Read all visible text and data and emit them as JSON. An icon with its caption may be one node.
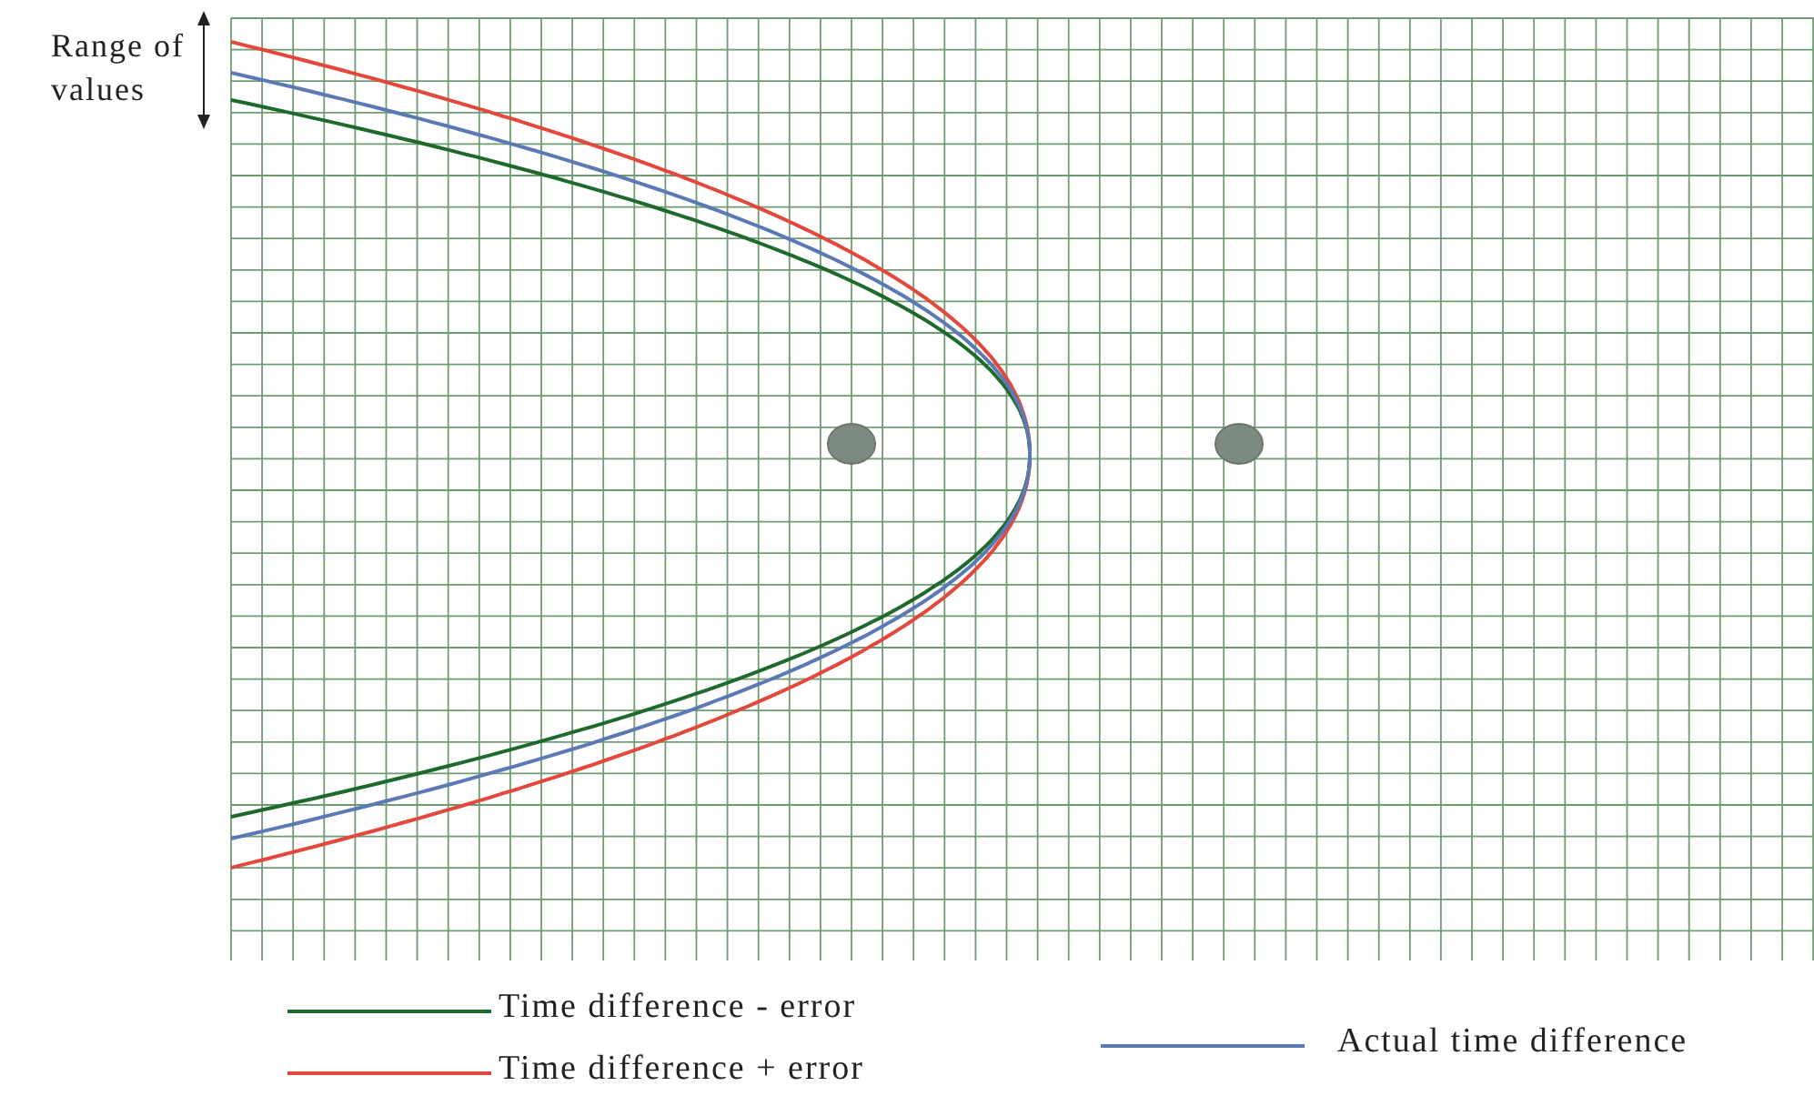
{
  "diagram": {
    "labels": [
      "Range of values"
    ],
    "legend": [
      {
        "text": "Time difference - error",
        "color": "#1e6a2c"
      },
      {
        "text": "Time difference + error",
        "color": "#e2483c"
      },
      {
        "text": "Actual time difference",
        "color": "#5b79b5"
      }
    ]
  }
}
